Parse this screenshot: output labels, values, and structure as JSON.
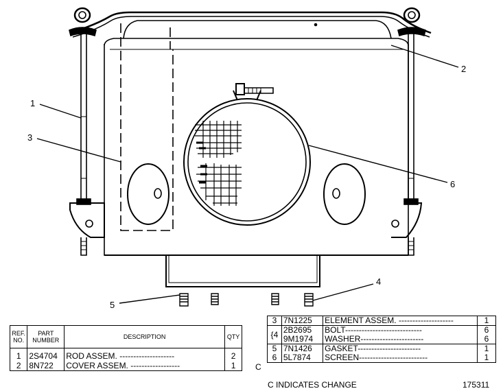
{
  "callouts": {
    "c1": "1",
    "c2": "2",
    "c3": "3",
    "c4": "4",
    "c5": "5",
    "c6": "6"
  },
  "left_table": {
    "headers": {
      "ref": "REF. NO.",
      "part": "PART NUMBER",
      "description": "DESCRIPTION",
      "qty": "QTY"
    },
    "rows": [
      {
        "ref": "1",
        "part": "2S4704",
        "description": "ROD ASSEM.",
        "qty": "2"
      },
      {
        "ref": "2",
        "part": "8N722",
        "description": "COVER ASSEM.",
        "qty": "1"
      }
    ]
  },
  "right_table": {
    "rows": [
      {
        "ref": "3",
        "part": "7N1225",
        "description": "ELEMENT ASSEM.",
        "qty": "1"
      },
      {
        "ref": "4",
        "part": "2B2695",
        "description": "BOLT",
        "qty": "6"
      },
      {
        "ref": "",
        "part": "9M1974",
        "description": "WASHER",
        "qty": "6"
      },
      {
        "ref": "5",
        "part": "7N1426",
        "description": "GASKET",
        "qty": "1"
      },
      {
        "ref": "6",
        "part": "5L7874",
        "description": "SCREEN",
        "qty": "1"
      }
    ],
    "change_mark": "C"
  },
  "footer": {
    "legend": "C INDICATES CHANGE",
    "drawing_number": "175311"
  }
}
